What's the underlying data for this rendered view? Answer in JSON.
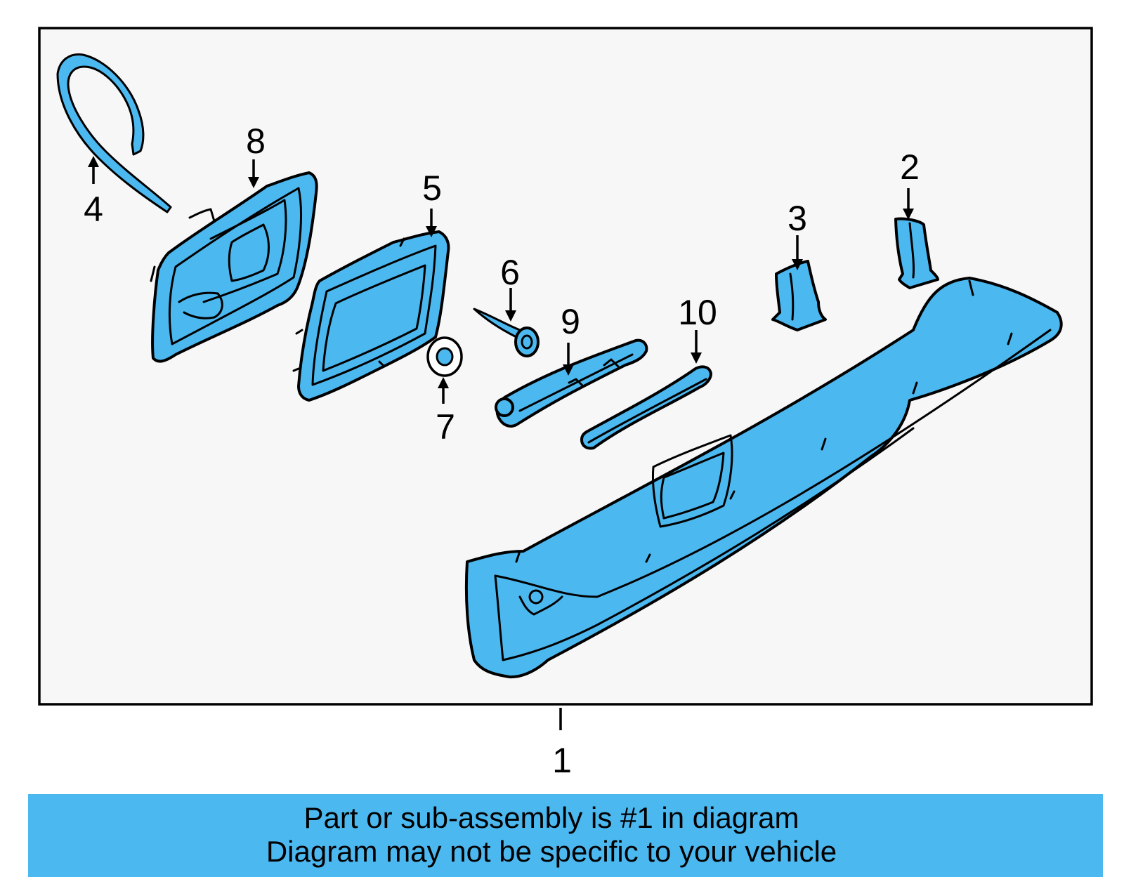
{
  "callouts": {
    "c1": "1",
    "c2": "2",
    "c3": "3",
    "c4": "4",
    "c5": "5",
    "c6": "6",
    "c7": "7",
    "c8": "8",
    "c9": "9",
    "c10": "10"
  },
  "caption": {
    "line1": "Part or sub-assembly is #1 in diagram",
    "line2": "Diagram may not be specific to your vehicle"
  },
  "colors": {
    "part_fill": "#4cb8f0",
    "caption_bg": "#4cb8f0",
    "outline": "#000000"
  }
}
